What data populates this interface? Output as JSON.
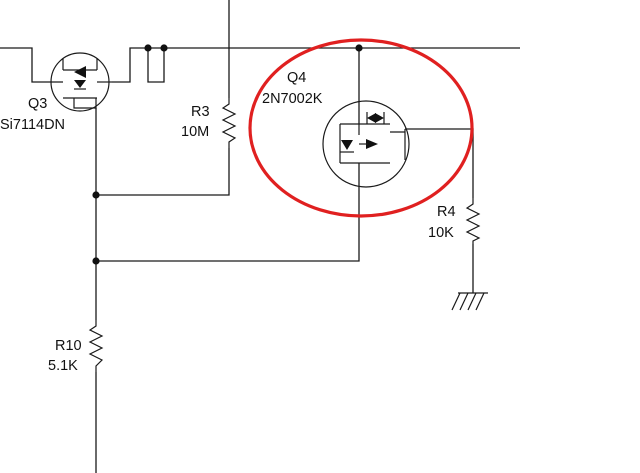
{
  "components": {
    "q3": {
      "ref": "Q3",
      "part": "Si7114DN"
    },
    "q4": {
      "ref": "Q4",
      "part": "2N7002K"
    },
    "r3": {
      "ref": "R3",
      "value": "10M"
    },
    "r4": {
      "ref": "R4",
      "value": "10K"
    },
    "r10": {
      "ref": "R10",
      "value": "5.1K"
    }
  },
  "colors": {
    "wire": "#1a1a1a",
    "highlight": "#e02020",
    "background": "#ffffff"
  },
  "icons": [
    "mosfet-q3-icon",
    "mosfet-q4-icon",
    "resistor-icon",
    "ground-icon",
    "junction-dot-icon"
  ]
}
